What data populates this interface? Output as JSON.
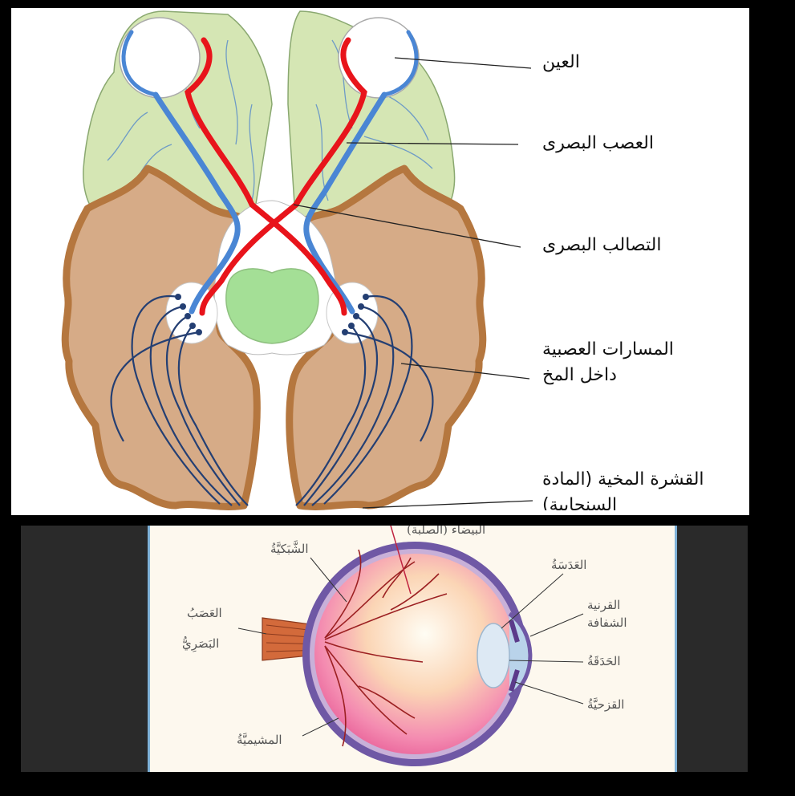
{
  "brain_diagram": {
    "labels": {
      "eye": "العين",
      "optic_nerve": "العصب البصرى",
      "optic_chiasm": "التصالب البصرى",
      "pathways_line1": "المسارات العصبية",
      "pathways_line2": "داخل المخ",
      "cortex_line1": "القشرة المخية (المادة",
      "cortex_line2": "السنجابية)"
    },
    "colors": {
      "frontal_lobe": "#d5e6b4",
      "brain_fill": "#d6ab87",
      "brain_outline": "#b5773f",
      "nerve_red": "#e8141b",
      "nerve_blue": "#4a86d4",
      "pathway_dark": "#243f73",
      "center_green": "#a4df96"
    }
  },
  "eye_diagram": {
    "labels": {
      "sclera": "البيضاء (الصلبة)",
      "retina": "الشَّبَكيَّةُ",
      "lens": "العَدَسَةُ",
      "optic_nerve_line1": "العَصَبُ",
      "optic_nerve_line2": "البَصَرِيُّ",
      "cornea_line1": "القرنية",
      "cornea_line2": "الشفافة",
      "pupil": "الحَدَقَةُ",
      "iris": "القزحيَّةُ",
      "choroid": "المشيميَّةُ"
    },
    "colors": {
      "sclera_ring": "#6f58a5",
      "interior": "#f7a9c2",
      "vessels": "#9c2022",
      "lens": "#dde9f4"
    }
  }
}
